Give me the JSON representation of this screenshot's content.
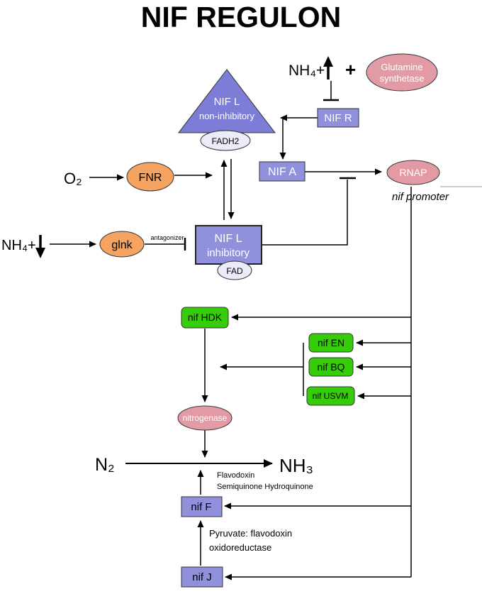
{
  "title": "NIF REGULON",
  "colors": {
    "title": "#8b0000",
    "triangle": "#7d7dd8",
    "purple": "#9090dc",
    "orange": "#f4a360",
    "pink": "#e29aa4",
    "green": "#35cc0a",
    "cofactor": "#ebebfa"
  },
  "nodes": {
    "nifl_non": {
      "line1": "NIF L",
      "line2": "non-inhibitory"
    },
    "fadh2": "FADH2",
    "glut_synth": {
      "line1": "Glutamine",
      "line2": "synthetase"
    },
    "nifr": "NIF R",
    "nifa": "NIF A",
    "fnr": "FNR",
    "glnk": "glnk",
    "nifl_inh": {
      "line1": "NIF L",
      "line2": "inhibitory"
    },
    "fad": "FAD",
    "rnap": "RNAP",
    "nif_hdk": "nif HDK",
    "nif_en": "nif EN",
    "nif_bq": "nif BQ",
    "nif_usvm": "nif USVM",
    "nitrogenase": "nitrogenase",
    "nif_f": "nif F",
    "nif_j": "nif J"
  },
  "labels": {
    "nh4_top": "NH₄+",
    "plus": "+",
    "o2": "O₂",
    "nh4_left": "NH₄+",
    "antagonizer": "antagonizer",
    "nif_promoter": "nif promoter",
    "n2": "N₂",
    "nh3": "NH₃",
    "flavodoxin1": "Flavodoxin",
    "flavodoxin2": "Semiquinone Hydroquinone",
    "pyruvate1": "Pyruvate: flavodoxin",
    "pyruvate2": "oxidoreductase"
  }
}
